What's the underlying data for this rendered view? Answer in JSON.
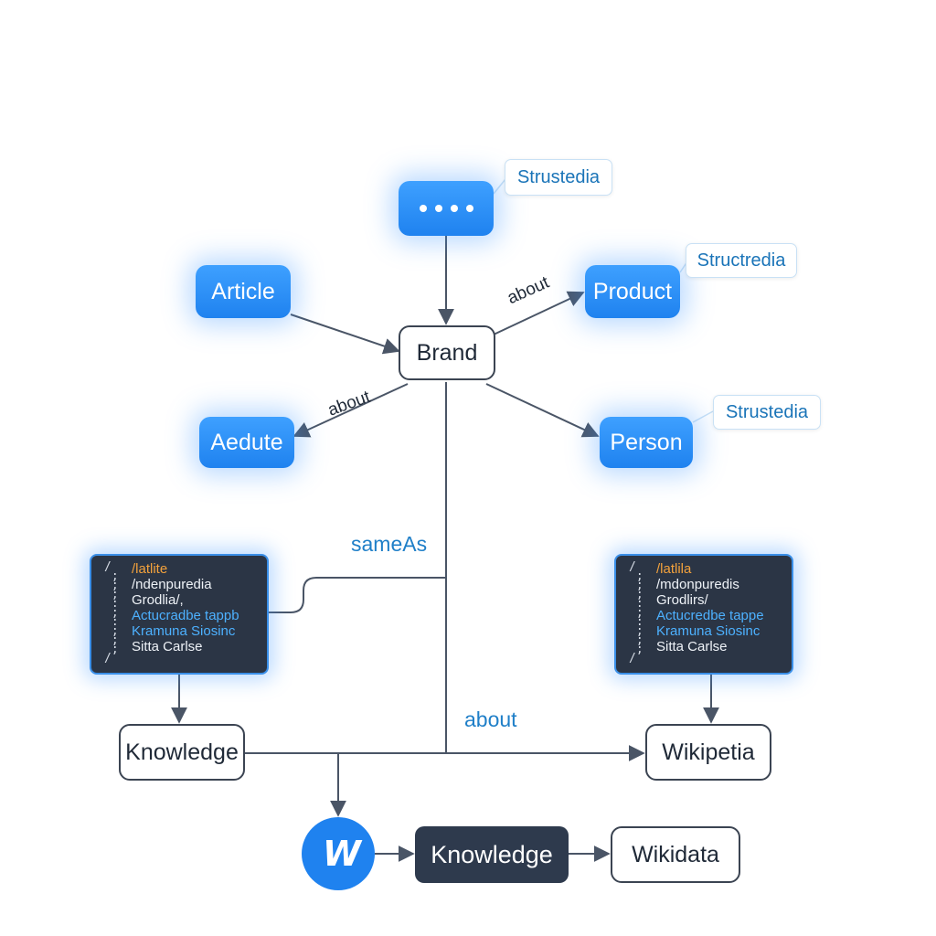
{
  "nodes": {
    "dots_node": "••••",
    "article": "Article",
    "brand": "Brand",
    "product": "Product",
    "aedute": "Aedute",
    "person": "Person",
    "knowledge_left": "Knowledge",
    "wikipetia": "Wikipetia",
    "knowledge_bottom": "Knowledge",
    "wikidata": "Wikidata",
    "logo": "W"
  },
  "tags": {
    "top": "Strustedia",
    "product": "Structredia",
    "person": "Strustedia"
  },
  "edge_labels": {
    "about_product": "about",
    "about_aedute": "about",
    "sameas": "sameAs",
    "about_bottom": "about"
  },
  "code_left": {
    "lines": [
      "/latlite",
      "/ndenpuredia",
      "Grodlia/,",
      "Actucradbe tappb",
      "Kramuna Siosinc",
      "Sitta Carlse"
    ]
  },
  "code_right": {
    "lines": [
      "/latlila",
      "/mdonpuredis",
      "Grodlirs/",
      "Actucredbe tappe",
      "Kramuna Siosinc",
      "Sitta Carlse"
    ]
  },
  "colors": {
    "accent": "#1f82ef",
    "dark": "#2e3a4d",
    "edge": "#4a5566",
    "code_keyword": "#f2a13c",
    "code_link": "#4db1ff"
  }
}
